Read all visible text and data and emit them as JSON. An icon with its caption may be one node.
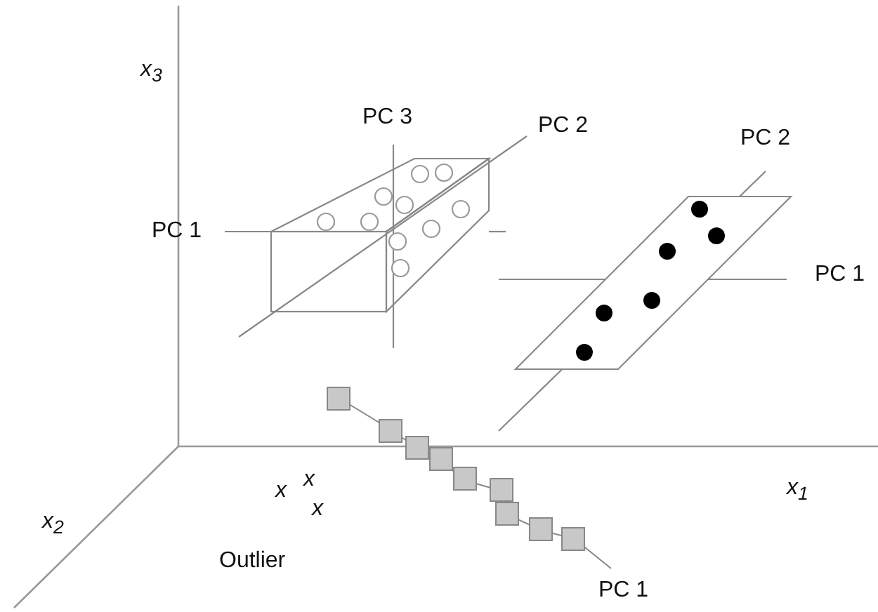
{
  "diagram": {
    "labels": [
      "x$_{3}$",
      "PC 3",
      "PC 2",
      "PC 2",
      "PC 1",
      "PC 1",
      "x",
      "x",
      "x$_{1}$",
      "x",
      "x$_{2}$",
      "Outlier",
      "PC 1"
    ]
  }
}
